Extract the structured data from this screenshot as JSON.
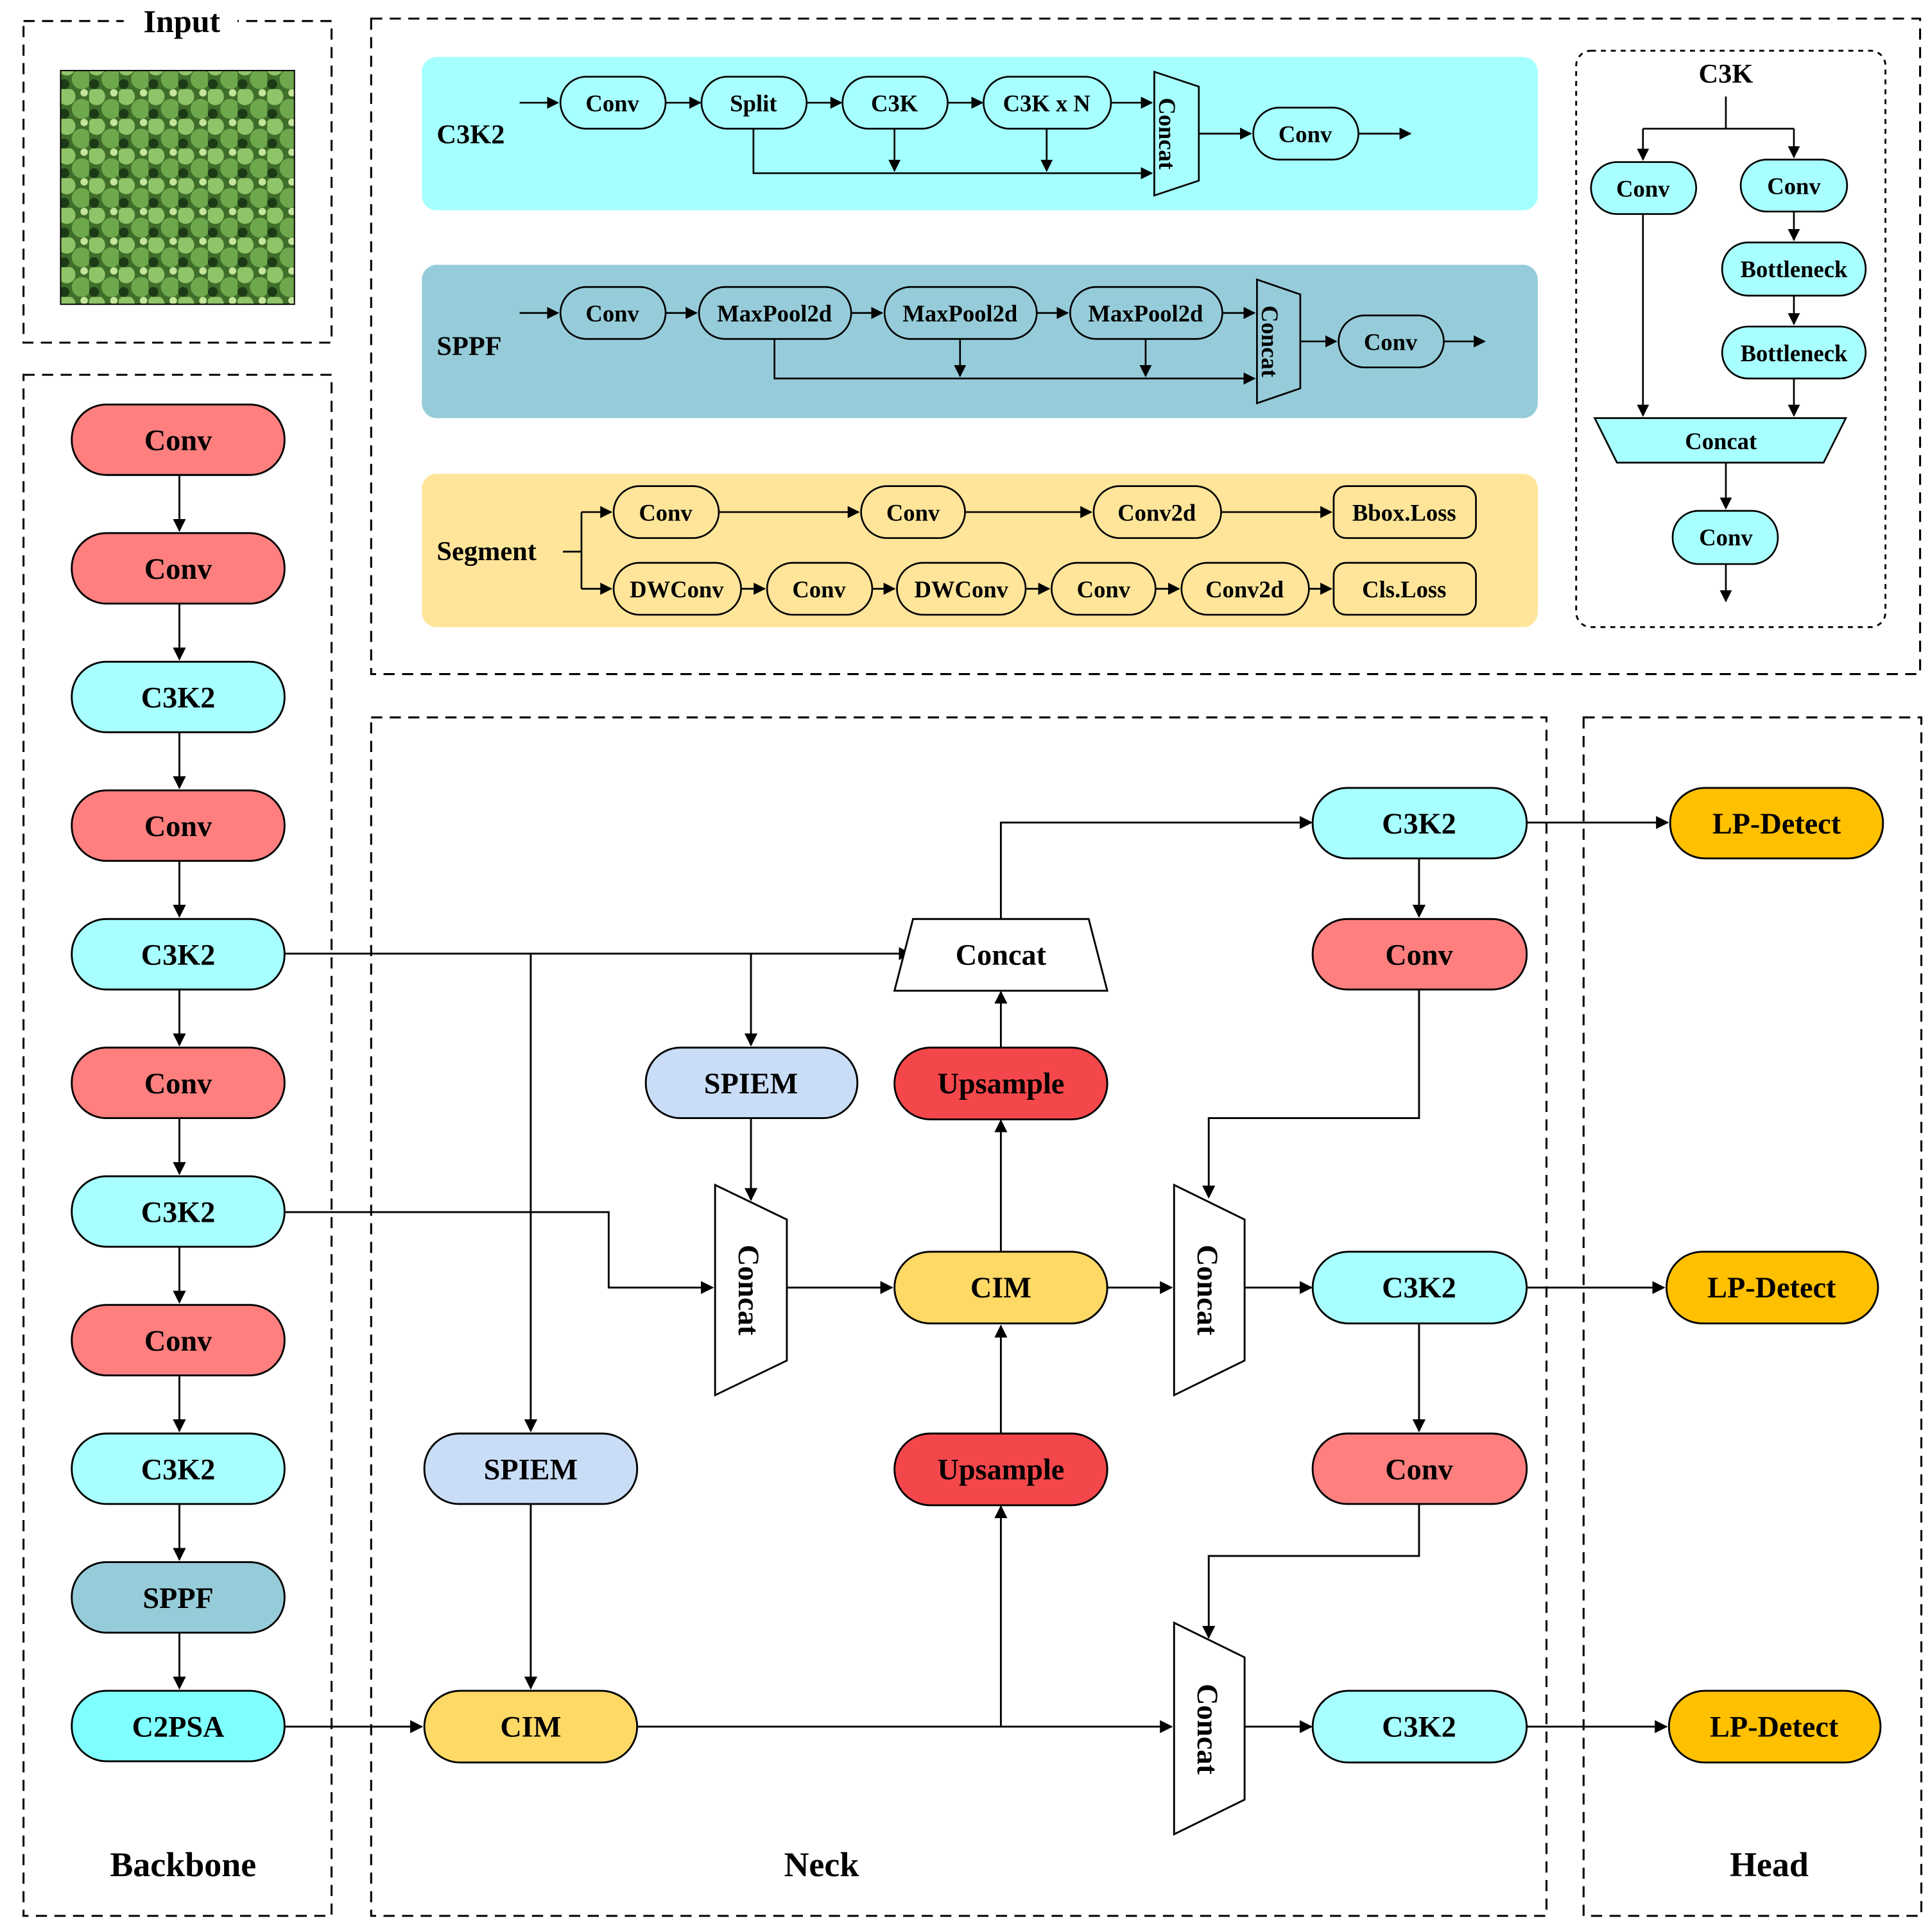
{
  "sections": {
    "input": "Input",
    "backbone": "Backbone",
    "neck": "Neck",
    "head": "Head"
  },
  "legend": {
    "c3k2": {
      "title": "C3K2",
      "conv1": "Conv",
      "split": "Split",
      "c3k": "C3K",
      "c3kn": "C3K x N",
      "concat": "Concat",
      "conv2": "Conv"
    },
    "sppf": {
      "title": "SPPF",
      "conv1": "Conv",
      "mp1": "MaxPool2d",
      "mp2": "MaxPool2d",
      "mp3": "MaxPool2d",
      "concat": "Concat",
      "conv2": "Conv"
    },
    "segment": {
      "title": "Segment",
      "r1": [
        "Conv",
        "Conv",
        "Conv2d",
        "Bbox.Loss"
      ],
      "r2": [
        "DWConv",
        "Conv",
        "DWConv",
        "Conv",
        "Conv2d",
        "Cls.Loss"
      ]
    },
    "c3k": {
      "title": "C3K",
      "convL": "Conv",
      "convR": "Conv",
      "b1": "Bottleneck",
      "b2": "Bottleneck",
      "concat": "Concat",
      "conv": "Conv"
    }
  },
  "backbone": {
    "nodes": [
      "Conv",
      "Conv",
      "C3K2",
      "Conv",
      "C3K2",
      "Conv",
      "C3K2",
      "Conv",
      "C3K2",
      "SPPF",
      "C2PSA"
    ]
  },
  "neck": {
    "spiem_top": "SPIEM",
    "spiem_bottom": "SPIEM",
    "concat_top": "Concat",
    "concat_mid": "Concat",
    "upsample_top": "Upsample",
    "upsample_bottom": "Upsample",
    "cim_mid": "CIM",
    "cim_bottom": "CIM",
    "c3k2_top": "C3K2",
    "conv_top": "Conv",
    "concat_r1": "Concat",
    "c3k2_mid": "C3K2",
    "conv_mid": "Conv",
    "concat_r2": "Concat",
    "c3k2_bottom": "C3K2"
  },
  "head": {
    "detect": [
      "LP-Detect",
      "LP-Detect",
      "LP-Detect"
    ]
  },
  "colors": {
    "conv_red": "#FF7F7F",
    "c3k2_cyan": "#A8FFFF",
    "sppf_blue": "#96CCD9",
    "c2psa_cyan": "#7FFFFF",
    "spiem_blue": "#C9DDF7",
    "cim_yellow": "#FFD966",
    "upsample_red": "#F4474B",
    "detect_orange": "#FFC000",
    "panel_cyan": "#A5FFFF",
    "panel_blue": "#96CCD9",
    "panel_yellow": "#FFE59A"
  }
}
